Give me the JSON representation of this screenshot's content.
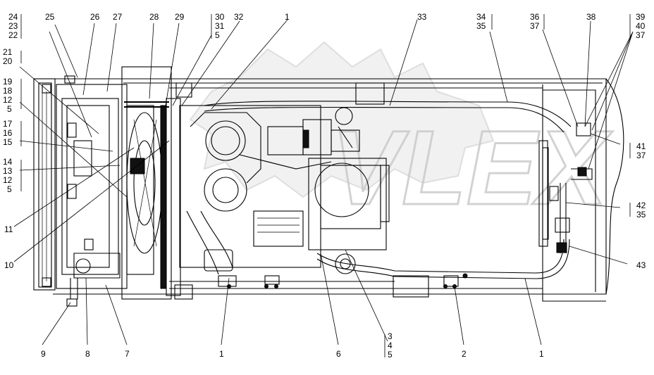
{
  "watermark": "VLEX",
  "callouts": {
    "top": {
      "c24_23_22": [
        "24",
        "23",
        "22"
      ],
      "c25": "25",
      "c26": "26",
      "c27": "27",
      "c28": "28",
      "c29": "29",
      "c30_31_5": [
        "30",
        "31",
        "5"
      ],
      "c32": "32",
      "c1": "1",
      "c33": "33",
      "c34_35": [
        "34",
        "35"
      ],
      "c36_37": [
        "36",
        "37"
      ],
      "c38": "38",
      "c39_40_37": [
        "39",
        "40",
        "37"
      ]
    },
    "left": {
      "c21_20": [
        "21",
        "20"
      ],
      "c19_18_12_5": [
        "19",
        "18",
        "12",
        "5"
      ],
      "c17_16_15": [
        "17",
        "16",
        "15"
      ],
      "c14_13_12_5": [
        "14",
        "13",
        "12",
        "5"
      ],
      "c11": "11",
      "c10": "10"
    },
    "right": {
      "c41_37": [
        "41",
        "37"
      ],
      "c42_35": [
        "42",
        "35"
      ],
      "c43": "43"
    },
    "bottom": {
      "c9": "9",
      "c8": "8",
      "c7": "7",
      "c1a": "1",
      "c6": "6",
      "c3_4_5": [
        "3",
        "4",
        "5"
      ],
      "c2": "2",
      "c1b": "1"
    }
  }
}
